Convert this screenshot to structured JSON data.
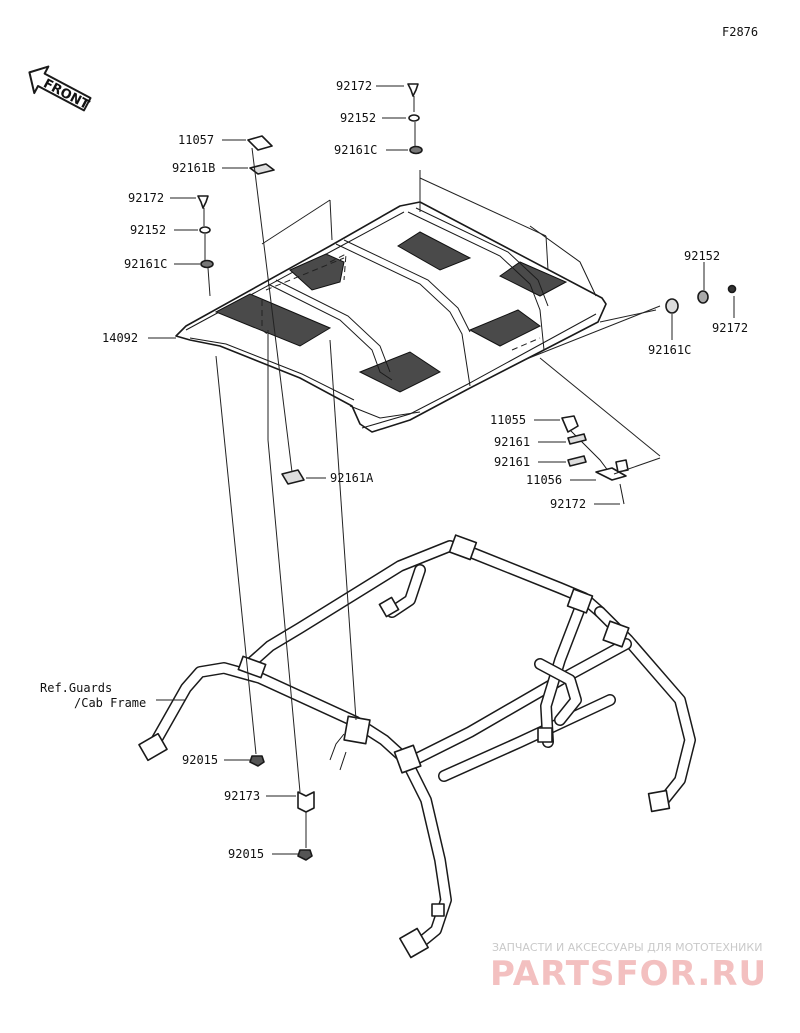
{
  "figure_code": "F2876",
  "front_label": "FRONT",
  "reference_label_line1": "Ref.Guards",
  "reference_label_line2": "/Cab Frame",
  "callouts": {
    "c11057": "11057",
    "c92161B": "92161B",
    "c92172_left": "92172",
    "c92152_left": "92152",
    "c92161C_left": "92161C",
    "c92172_top": "92172",
    "c92152_top": "92152",
    "c92161C_top": "92161C",
    "c14092": "14092",
    "c92161A": "92161A",
    "c92152_right": "92152",
    "c92172_right": "92172",
    "c92161C_right": "92161C",
    "c11055": "11055",
    "c92161_a": "92161",
    "c92161_b": "92161",
    "c11056": "11056",
    "c92172_lower": "92172",
    "c92015_a": "92015",
    "c92173": "92173",
    "c92015_b": "92015"
  },
  "watermark": {
    "line1": "ЗАПЧАСТИ И АКСЕССУАРЫ ДЛЯ МОТОТЕХНИКИ",
    "line2": "PARTSFOR.RU"
  },
  "icons": [
    "front-arrow-icon"
  ]
}
